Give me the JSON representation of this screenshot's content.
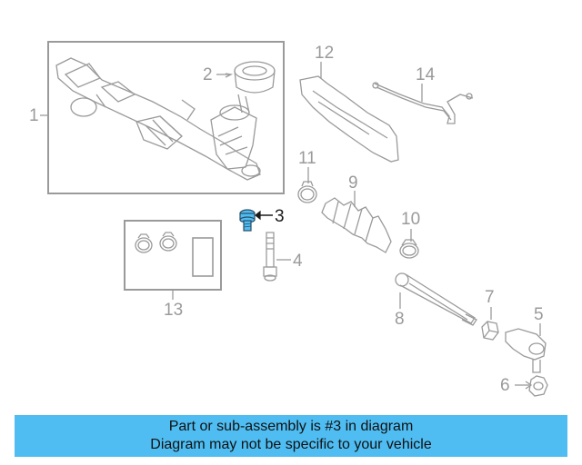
{
  "callouts": {
    "c1": "1",
    "c2": "2",
    "c3": "3",
    "c4": "4",
    "c5": "5",
    "c6": "6",
    "c7": "7",
    "c8": "8",
    "c9": "9",
    "c10": "10",
    "c11": "11",
    "c12": "12",
    "c13": "13",
    "c14": "14"
  },
  "highlight": {
    "part": "3",
    "color": "#4fbdf2"
  },
  "banner": {
    "line1": "Part or sub-assembly is #3 in diagram",
    "line2": "Diagram may not be specific to your vehicle",
    "background": "#4fbdf2"
  }
}
